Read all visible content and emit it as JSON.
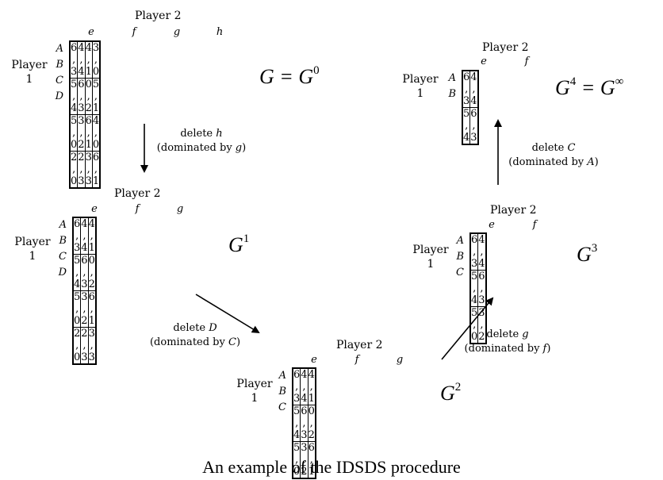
{
  "games": [
    {
      "id": "g0",
      "player2_label": "Player 2",
      "player1_label": [
        "Player",
        "1"
      ],
      "columns": [
        "e",
        "f",
        "g",
        "h"
      ],
      "rows": [
        "A",
        "B",
        "C",
        "D"
      ],
      "cells": [
        [
          "6 , 3",
          "4 , 4",
          "4 , 1",
          "3 , 0"
        ],
        [
          "5 , 4",
          "6 , 3",
          "0 , 2",
          "5 , 1"
        ],
        [
          "5 , 0",
          "3 , 2",
          "6 , 1",
          "4 , 0"
        ],
        [
          "2 , 0",
          "2 , 3",
          "3 , 3",
          "6 , 1"
        ]
      ],
      "label_main": "G = G",
      "label_sup": "0"
    },
    {
      "id": "g1",
      "player2_label": "Player 2",
      "player1_label": [
        "Player",
        "1"
      ],
      "columns": [
        "e",
        "f",
        "g"
      ],
      "rows": [
        "A",
        "B",
        "C",
        "D"
      ],
      "cells": [
        [
          "6 , 3",
          "4 , 4",
          "4 , 1"
        ],
        [
          "5 , 4",
          "6 , 3",
          "0 , 2"
        ],
        [
          "5 , 0",
          "3 , 2",
          "6 , 1"
        ],
        [
          "2 , 0",
          "2 , 3",
          "3 , 3"
        ]
      ],
      "label_main": "G",
      "label_sup": "1"
    },
    {
      "id": "g2",
      "player2_label": "Player 2",
      "player1_label": [
        "Player",
        "1"
      ],
      "columns": [
        "e",
        "f",
        "g"
      ],
      "rows": [
        "A",
        "B",
        "C"
      ],
      "cells": [
        [
          "6 , 3",
          "4 , 4",
          "4 , 1"
        ],
        [
          "5 , 4",
          "6 , 3",
          "0 , 2"
        ],
        [
          "5 , 0",
          "3 , 2",
          "6 , 1"
        ]
      ],
      "label_main": "G",
      "label_sup": "2"
    },
    {
      "id": "g3",
      "player2_label": "Player 2",
      "player1_label": [
        "Player",
        "1"
      ],
      "columns": [
        "e",
        "f"
      ],
      "rows": [
        "A",
        "B",
        "C"
      ],
      "cells": [
        [
          "6 , 3",
          "4 , 4"
        ],
        [
          "5 , 4",
          "6 , 3"
        ],
        [
          "5 , 0",
          "3 , 2"
        ]
      ],
      "label_main": "G",
      "label_sup": "3"
    },
    {
      "id": "g4",
      "player2_label": "Player 2",
      "player1_label": [
        "Player",
        "1"
      ],
      "columns": [
        "e",
        "f"
      ],
      "rows": [
        "A",
        "B"
      ],
      "cells": [
        [
          "6 , 3",
          "4 , 4"
        ],
        [
          "5 , 4",
          "6 , 3"
        ]
      ],
      "label_main": "G",
      "label_sup": "4",
      "label_tail": " = G",
      "label_tail_sup": "∞"
    }
  ],
  "steps": [
    {
      "id": "s1",
      "line1_prefix": "delete ",
      "line1_var": "h",
      "line2_prefix": "(dominated by ",
      "line2_var": "g",
      "line2_suffix": ")"
    },
    {
      "id": "s2",
      "line1_prefix": "delete ",
      "line1_var": "D",
      "line2_prefix": "(dominated by ",
      "line2_var": "C",
      "line2_suffix": ")"
    },
    {
      "id": "s3",
      "line1_prefix": "delete ",
      "line1_var": "g",
      "line2_prefix": "(dominated by ",
      "line2_var": "f",
      "line2_suffix": ")"
    },
    {
      "id": "s4",
      "line1_prefix": "delete ",
      "line1_var": "C",
      "line2_prefix": "(dominated by ",
      "line2_var": "A",
      "line2_suffix": ")"
    }
  ],
  "caption": "An example of the IDSDS procedure"
}
